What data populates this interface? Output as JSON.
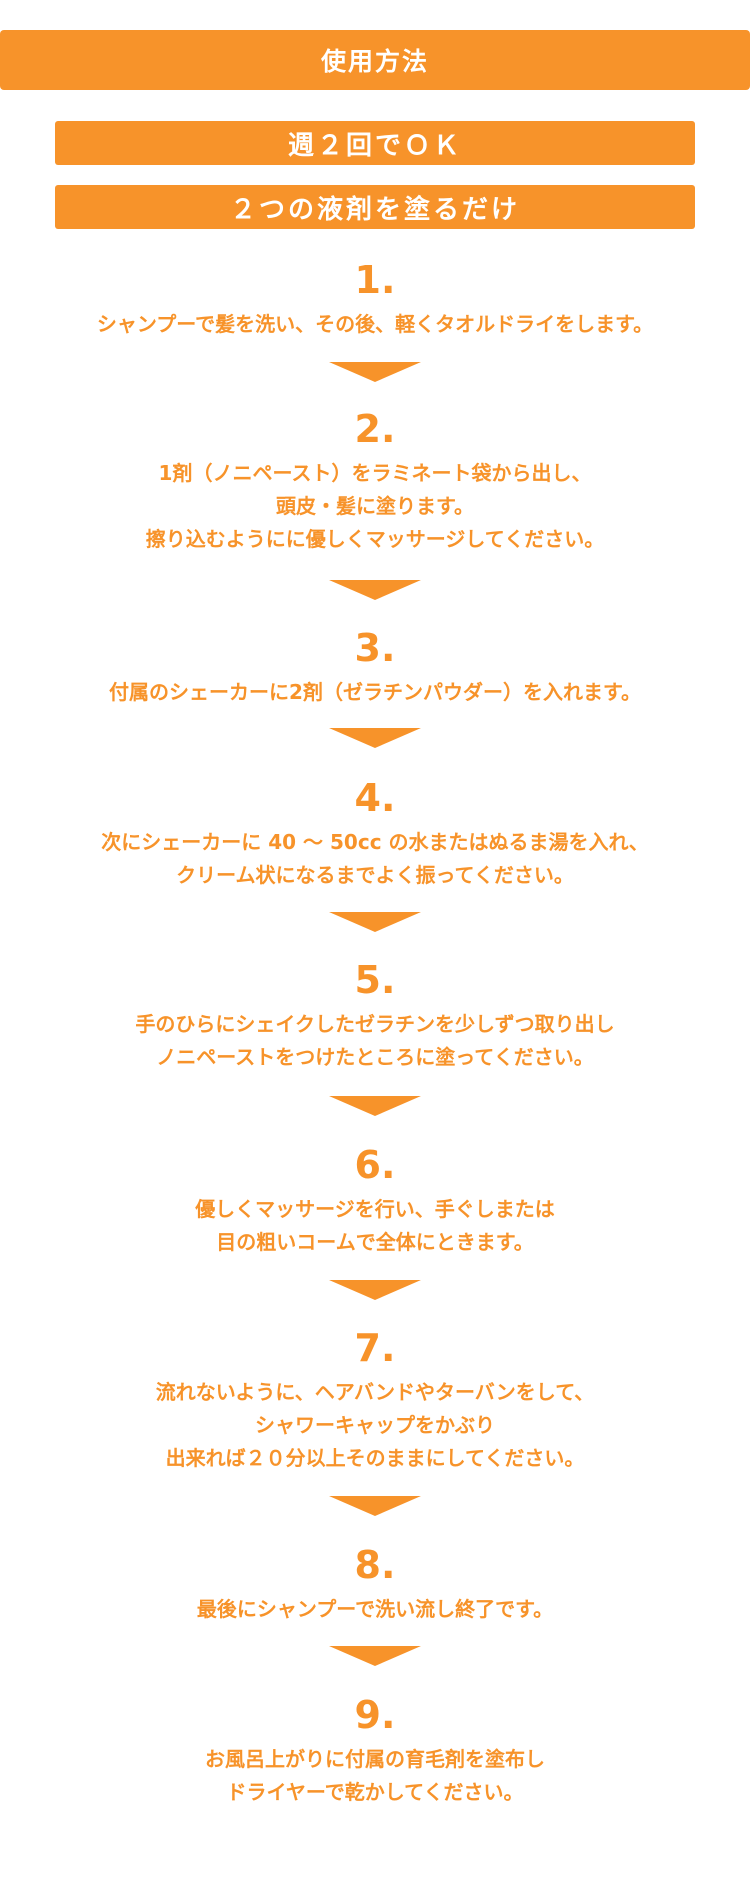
{
  "header": {
    "title": "使用方法"
  },
  "banners": {
    "frequency": "週２回でＯＫ",
    "method": "２つの液剤を塗るだけ"
  },
  "steps": [
    {
      "number": "1.",
      "text": "シャンプーで髪を洗い、その後、軽くタオルドライをします。"
    },
    {
      "number": "2.",
      "text": "1剤（ノニペースト）をラミネート袋から出し、\n頭皮・髪に塗ります。\n擦り込むようにに優しくマッサージしてください。"
    },
    {
      "number": "3.",
      "text": "付属のシェーカーに2剤（ゼラチンパウダー）を入れます。"
    },
    {
      "number": "4.",
      "text": "次にシェーカーに 40 ～ 50cc の水またはぬるま湯を入れ、\nクリーム状になるまでよく振ってください。"
    },
    {
      "number": "5.",
      "text": "手のひらにシェイクしたゼラチンを少しずつ取り出し\nノニペーストをつけたところに塗ってください。"
    },
    {
      "number": "6.",
      "text": "優しくマッサージを行い、手ぐしまたは\n目の粗いコームで全体にときます。"
    },
    {
      "number": "7.",
      "text": "流れないように、ヘアバンドやターバンをして、\nシャワーキャップをかぶり\n出来れば２０分以上そのままにしてください。"
    },
    {
      "number": "8.",
      "text": "最後にシャンプーで洗い流し終了です。"
    },
    {
      "number": "9.",
      "text": "お風呂上がりに付属の育毛剤を塗布し\nドライヤーで乾かしてください。"
    }
  ],
  "colors": {
    "accent": "#f7932a",
    "background": "#ffffff",
    "banner_text": "#ffffff"
  },
  "icons": {
    "step_separator": "down-arrow-triangle-icon"
  }
}
